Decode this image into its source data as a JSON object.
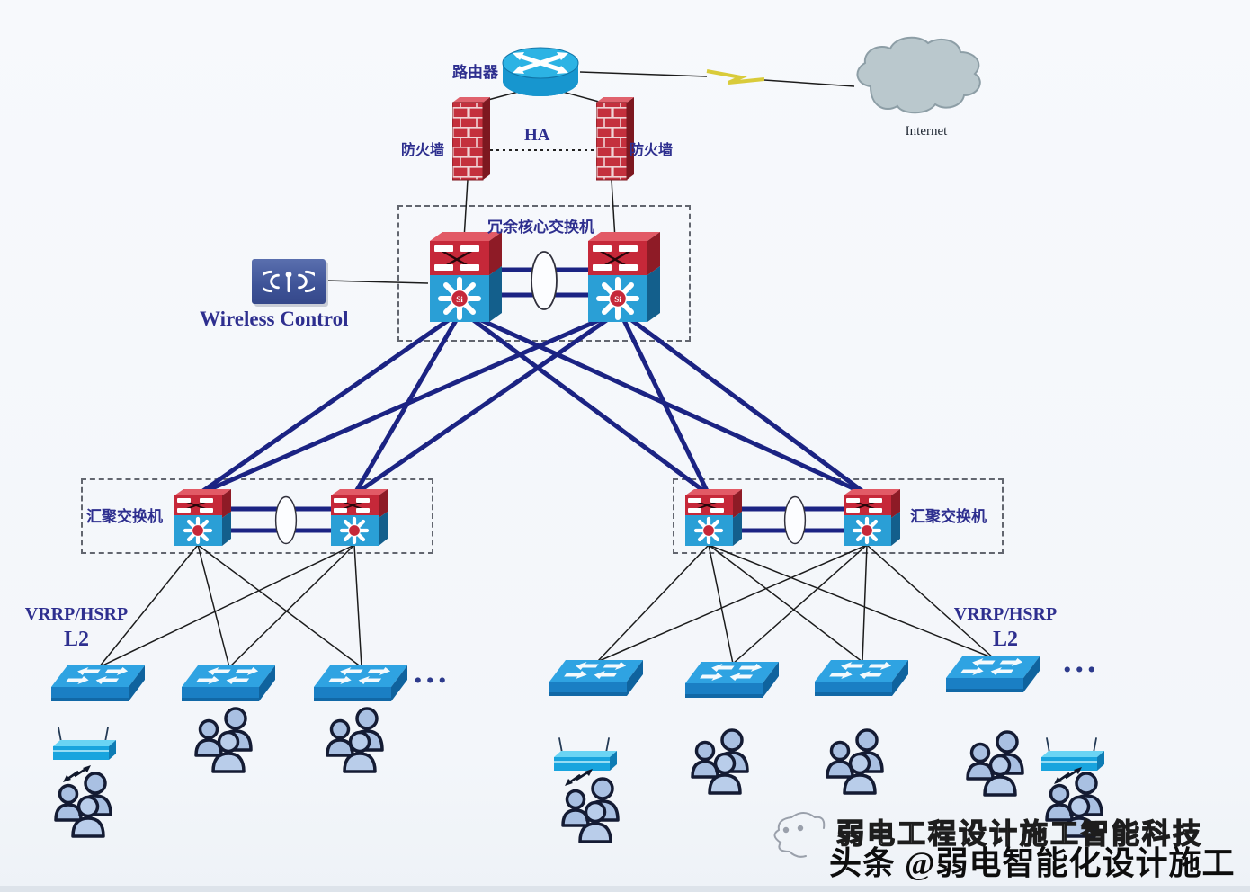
{
  "colors": {
    "background": "#f6f8fb",
    "uplink_navy": "#1b2383",
    "thin_link_black": "#1c1c1c",
    "label_navy": "#2e2f8f",
    "switch_red": "#c62839",
    "switch_blue": "#2a9fd6",
    "access_switch_blue": "#1a7fc4",
    "cloud_gray": "#bac8cd",
    "wan_lightning_yellow": "#d9cb3a"
  },
  "top": {
    "router_label": "路由器",
    "internet_label": "Internet",
    "firewall_left_label": "防火墙",
    "firewall_right_label": "防火墙",
    "ha_label": "HA"
  },
  "core": {
    "box_label": "冗余核心交换机",
    "si_badge": "Si",
    "wireless_control_label": "Wireless Control"
  },
  "aggregation": {
    "left_label": "汇聚交换机",
    "right_label": "汇聚交换机"
  },
  "access": {
    "vrrp_left_line1": "VRRP/HSRP",
    "vrrp_left_line2": "L2",
    "vrrp_right_line1": "VRRP/HSRP",
    "vrrp_right_line2": "L2",
    "ellipsis_left": "...",
    "ellipsis_right": "..."
  },
  "watermark": {
    "line1": "弱电工程设计施工智能科技",
    "line2": "头条 @弱电智能化设计施工"
  }
}
